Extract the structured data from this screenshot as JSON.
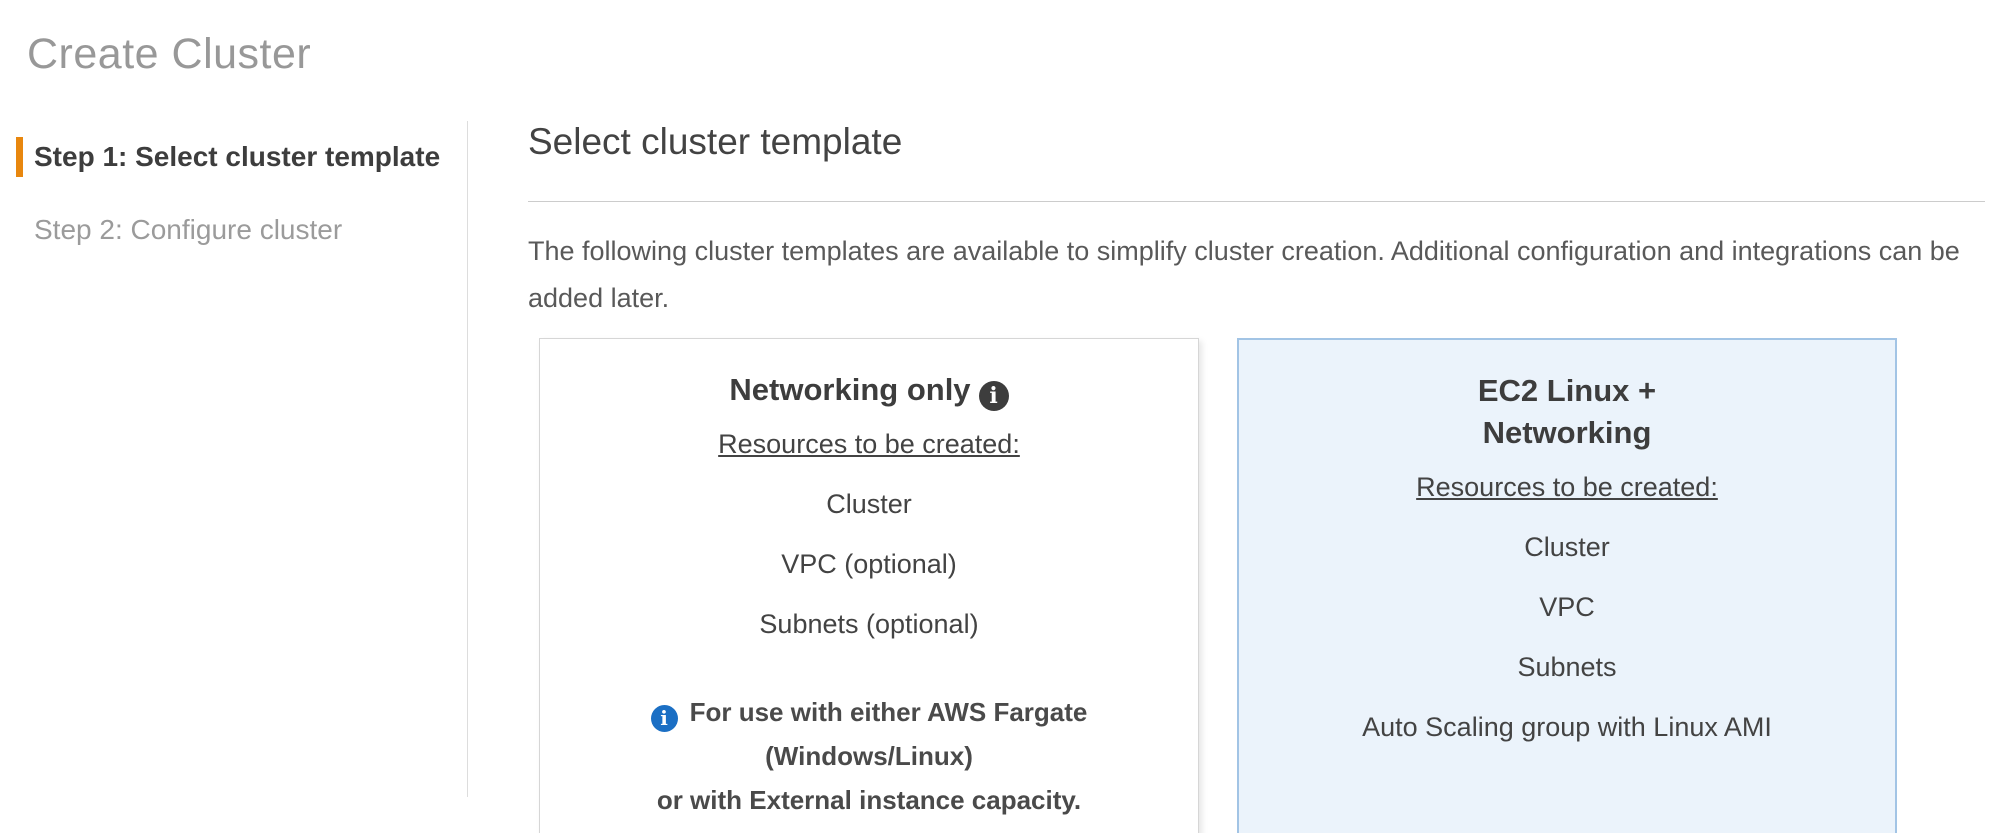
{
  "page_title": "Create Cluster",
  "wizard_steps": [
    {
      "label": "Step 1: Select cluster template",
      "active": true
    },
    {
      "label": "Step 2: Configure cluster",
      "active": false
    }
  ],
  "section": {
    "heading": "Select cluster template",
    "description": "The following cluster templates are available to simplify cluster creation. Additional configuration and integrations can be added later."
  },
  "cards": {
    "networking_only": {
      "title": "Networking only",
      "title_icon": "info-circle-icon",
      "resources_label": "Resources to be created:",
      "resources": [
        "Cluster",
        "VPC (optional)",
        "Subnets (optional)"
      ],
      "note_line1": "For use with either AWS Fargate (Windows/Linux)",
      "note_line2": "or with External instance capacity.",
      "selected": false
    },
    "ec2_linux_networking": {
      "title_line1": "EC2 Linux +",
      "title_line2": "Networking",
      "resources_label": "Resources to be created:",
      "resources": [
        "Cluster",
        "VPC",
        "Subnets",
        "Auto Scaling group with Linux AMI"
      ],
      "selected": true
    }
  },
  "icons": {
    "info_glyph": "i"
  },
  "colors": {
    "accent_orange": "#e8870e",
    "selected_card_bg": "#ebf3fb",
    "selected_card_border": "#a2c4e5",
    "info_icon_blue": "#1b6fc4",
    "page_title_gray": "#989898"
  }
}
